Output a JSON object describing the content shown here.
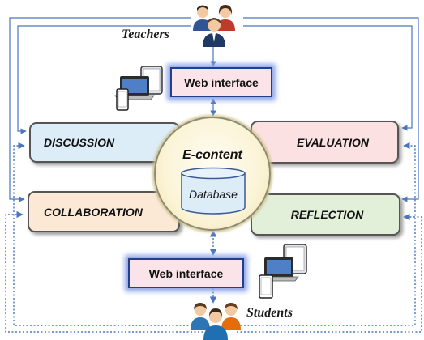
{
  "teachers_label": "Teachers",
  "students_label": "Students",
  "web_interface_top": "Web interface",
  "web_interface_bottom": "Web interface",
  "boxes": {
    "discussion": "DISCUSSION",
    "evaluation": "EVALUATION",
    "collaboration": "COLLABORATION",
    "reflection": "REFLECTION"
  },
  "center": {
    "title": "E-content",
    "database": "Database"
  },
  "colors": {
    "connector": "#4a76c0",
    "web_fill": "#fbe3ea",
    "discussion_fill": "#dcedf8",
    "evaluation_fill": "#fbe1e2",
    "collaboration_fill": "#fbe9d6",
    "reflection_fill": "#e2efd9",
    "center_fill": "#fbf4d7"
  },
  "icons": [
    "teachers-group-icon",
    "students-group-icon",
    "laptop-tablet-phone-icon",
    "laptop-tablet-icon"
  ]
}
